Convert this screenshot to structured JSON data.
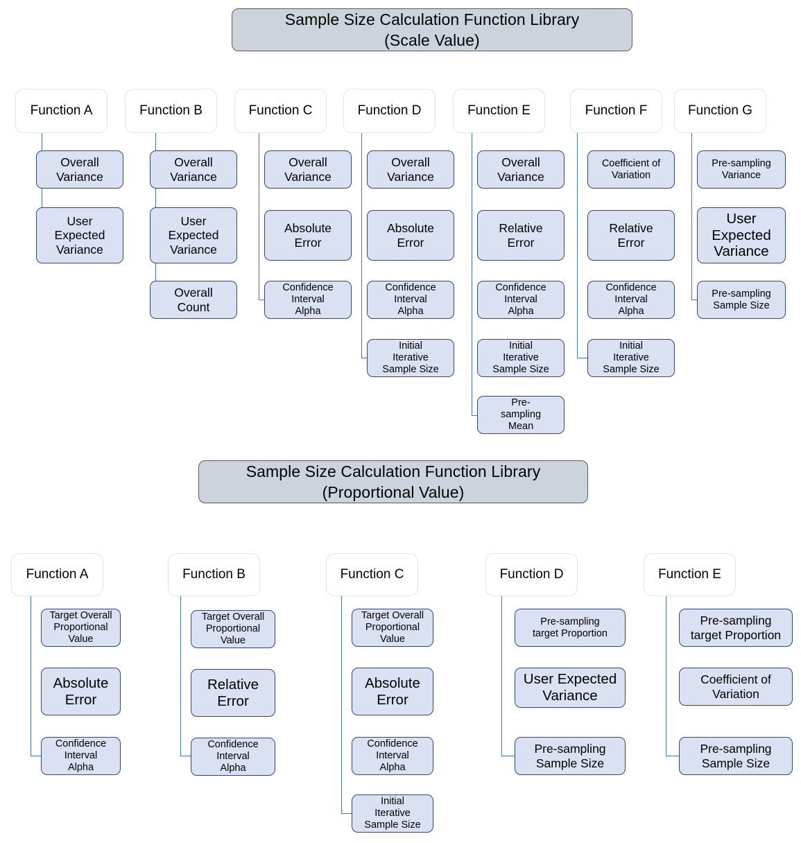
{
  "page": {
    "background_color": "#ffffff",
    "accent_connector_color": "#4472c4",
    "child_fill_color": "#dae1f3",
    "child_border_color": "#2f4679",
    "title_fill_color": "#ccd3dd"
  },
  "sections": [
    {
      "id": "scale-value",
      "title_line1": "Sample Size Calculation Function Library",
      "title_line2": "(Scale Value)",
      "columns": [
        {
          "label": "Function A",
          "children": [
            {
              "text": "Overall\nVariance"
            },
            {
              "text": "User\nExpected\nVariance"
            }
          ]
        },
        {
          "label": "Function B",
          "children": [
            {
              "text": "Overall\nVariance"
            },
            {
              "text": "User\nExpected\nVariance"
            },
            {
              "text": "Overall\nCount"
            }
          ]
        },
        {
          "label": "Function C",
          "children": [
            {
              "text": "Overall\nVariance"
            },
            {
              "text": "Absolute\nError"
            },
            {
              "text": "Confidence\nInterval\nAlpha"
            }
          ]
        },
        {
          "label": "Function D",
          "children": [
            {
              "text": "Overall\nVariance"
            },
            {
              "text": "Absolute\nError"
            },
            {
              "text": "Confidence\nInterval\nAlpha"
            },
            {
              "text": "Initial\nIterative\nSample Size"
            }
          ]
        },
        {
          "label": "Function E",
          "children": [
            {
              "text": "Overall\nVariance"
            },
            {
              "text": "Relative\nError"
            },
            {
              "text": "Confidence\nInterval\nAlpha"
            },
            {
              "text": "Initial\nIterative\nSample Size"
            },
            {
              "text": "Pre-\nsampling\nMean"
            }
          ]
        },
        {
          "label": "Function F",
          "children": [
            {
              "text": "Coefficient of\nVariation"
            },
            {
              "text": "Relative\nError"
            },
            {
              "text": "Confidence\nInterval\nAlpha"
            },
            {
              "text": "Initial\nIterative\nSample Size"
            }
          ]
        },
        {
          "label": "Function G",
          "children": [
            {
              "text": "Pre-sampling\nVariance"
            },
            {
              "text": "User\nExpected\nVariance"
            },
            {
              "text": "Pre-sampling\nSample Size"
            }
          ]
        }
      ]
    },
    {
      "id": "proportional-value",
      "title_line1": "Sample Size Calculation Function Library",
      "title_line2": "(Proportional Value)",
      "columns": [
        {
          "label": "Function A",
          "children": [
            {
              "text": "Target Overall\nProportional\nValue"
            },
            {
              "text": "Absolute\nError"
            },
            {
              "text": "Confidence\nInterval\nAlpha"
            }
          ]
        },
        {
          "label": "Function B",
          "children": [
            {
              "text": "Target Overall\nProportional\nValue"
            },
            {
              "text": "Relative\nError"
            },
            {
              "text": "Confidence\nInterval\nAlpha"
            }
          ]
        },
        {
          "label": "Function C",
          "children": [
            {
              "text": "Target Overall\nProportional\nValue"
            },
            {
              "text": "Absolute\nError"
            },
            {
              "text": "Confidence\nInterval\nAlpha"
            },
            {
              "text": "Initial\nIterative\nSample Size"
            }
          ]
        },
        {
          "label": "Function D",
          "children": [
            {
              "text": "Pre-sampling\ntarget Proportion"
            },
            {
              "text": "User Expected\nVariance"
            },
            {
              "text": "Pre-sampling\nSample Size"
            }
          ]
        },
        {
          "label": "Function E",
          "children": [
            {
              "text": "Pre-sampling\ntarget Proportion"
            },
            {
              "text": "Coefficient of\nVariation"
            },
            {
              "text": "Pre-sampling\nSample Size"
            }
          ]
        }
      ]
    }
  ]
}
